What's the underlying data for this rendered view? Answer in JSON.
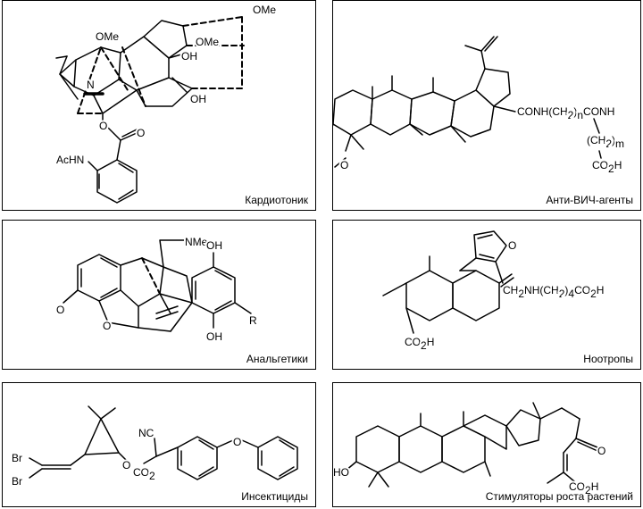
{
  "panels": [
    {
      "caption": "Кардиотоник",
      "labels": {
        "ome1": "OMe",
        "ome2": "OMe",
        "ome3": "OMe",
        "oh1": "OH",
        "oh2": "OH",
        "n": "N",
        "o1": "O",
        "o2": "O",
        "achn": "AcHN"
      }
    },
    {
      "caption": "Анти-ВИЧ-агенты",
      "labels": {
        "o": "O",
        "amide1": "CONH(CH",
        "amide1b": ")",
        "amide1c": "CONH",
        "sub2": "2",
        "subn": "n",
        "ch2": "(CH",
        "ch2b": ")",
        "sub2b": "2",
        "subm": "m",
        "co2h": "CO",
        "co2h_b": "H",
        "sub2c": "2"
      }
    },
    {
      "caption": "Анальгетики",
      "labels": {
        "nme": "NMe",
        "oh1": "OH",
        "oh2": "OH",
        "o_ring": "O",
        "o_me": "O",
        "r": "R"
      }
    },
    {
      "caption": "Ноотропы",
      "labels": {
        "o_fur": "O",
        "chain": "CH",
        "chain_a": "NH(CH",
        "chain_b": ")",
        "chain_c": "CO",
        "chain_d": "H",
        "s2a": "2",
        "s2b": "2",
        "s4": "4",
        "s2c": "2",
        "co2h": "CO",
        "co2h_b": "H",
        "s2d": "2"
      }
    },
    {
      "caption": "Инсектициды",
      "labels": {
        "br1": "Br",
        "br2": "Br",
        "nc": "NC",
        "o": "O",
        "co": "CO",
        "co_s": "2",
        "o_link": "O"
      }
    },
    {
      "caption": "Стимуляторы роста растений",
      "labels": {
        "ho": "HO",
        "o_ket": "O",
        "co2h": "CO",
        "co2h_b": "H",
        "s2": "2"
      }
    }
  ]
}
